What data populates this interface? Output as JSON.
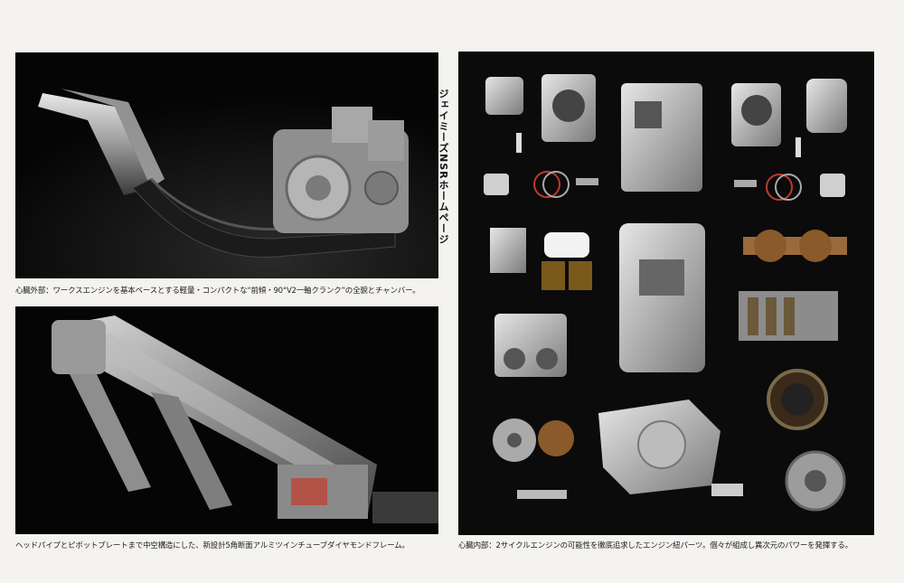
{
  "vertical_title": "ジェイミーズNSRホームページ",
  "captions": {
    "engine_exterior": "心臓外部：ワークスエンジンを基本ベースとする軽量・コンパクトな“前傾・90°V2一軸クランク”の全貌とチャンバー。",
    "frame": "ヘッドパイプとピボットプレートまで中空構造にした、新設計5角断面アルミツインチューブダイヤモンドフレーム。",
    "engine_interior": "心臓内部：2サイクルエンジンの可能性を徹底追求したエンジン紐パーツ。個々が組成し異次元のパワーを発揮する。"
  }
}
